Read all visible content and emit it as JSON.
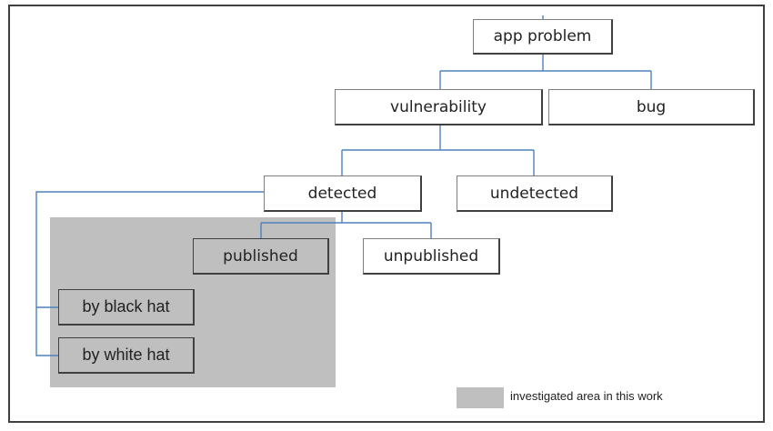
{
  "nodes": {
    "app_problem": "app problem",
    "vulnerability": "vulnerability",
    "bug": "bug",
    "detected": "detected",
    "undetected": "undetected",
    "published": "published",
    "unpublished": "unpublished",
    "by_black_hat": "by black hat",
    "by_white_hat": "by white hat"
  },
  "legend": {
    "label": "investigated area in this work",
    "color": "#bfbfbf"
  },
  "colors": {
    "connector": "#4f81bd",
    "highlight_area": "#bfbfbf"
  }
}
